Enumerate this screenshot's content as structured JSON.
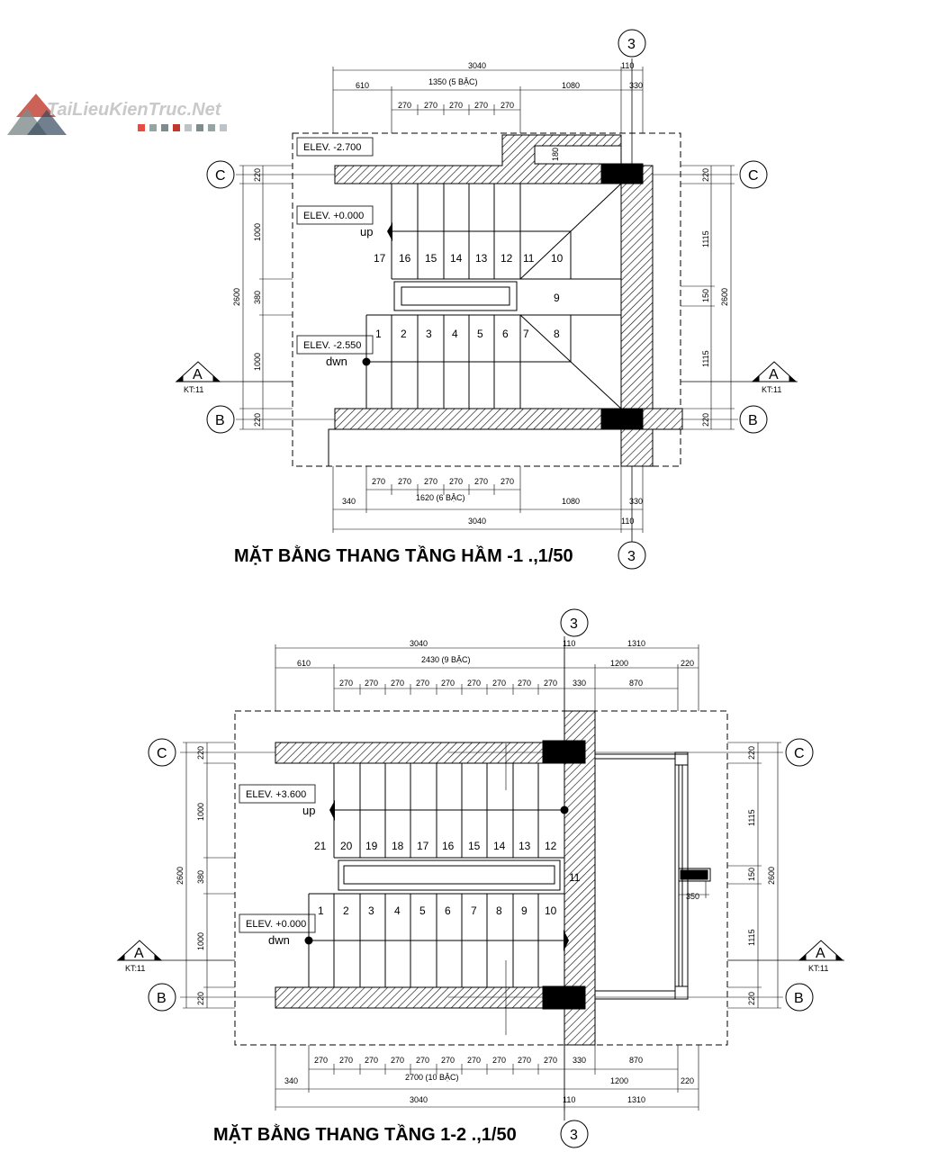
{
  "watermark": {
    "text": "TaiLieuKienTruc.Net"
  },
  "grid_labels": {
    "c": "C",
    "b": "B",
    "axis3": "3"
  },
  "section_marker": {
    "letter": "A",
    "ref": "KT:11"
  },
  "stair_labels": {
    "up": "up",
    "down": "dwn"
  },
  "plan_basement": {
    "title": "MẶT BẰNG THANG TẦNG HẦM -1  .,1/50",
    "elevations": [
      "ELEV. -2.700",
      "ELEV. +0.000",
      "ELEV. -2.550"
    ],
    "top_dims": {
      "total": "3040",
      "gap": "110",
      "left": "610",
      "run": "1350 (5 BẬC)",
      "right": "1080",
      "wall": "330",
      "tread": "270",
      "small": "180"
    },
    "bottom_dims": {
      "total": "3040",
      "gap": "110",
      "left": "340",
      "run": "1620 (6 BẬC)",
      "right": "1080",
      "wall": "330",
      "tread": "270"
    },
    "side_dims": {
      "total": "2600",
      "edge": "220",
      "flight": "1000",
      "landing": "380",
      "right_flight": "1115",
      "right_mid": "150"
    },
    "upper_steps": [
      "17",
      "16",
      "15",
      "14",
      "13",
      "12",
      "11",
      "10"
    ],
    "mid_step": "9",
    "lower_steps": [
      "1",
      "2",
      "3",
      "4",
      "5",
      "6",
      "7",
      "8"
    ]
  },
  "plan_floor": {
    "title": "MẶT BẰNG THANG TẦNG 1-2  .,1/50",
    "elevations": [
      "ELEV. +3.600",
      "ELEV. +0.000"
    ],
    "top_dims": {
      "total": "3040",
      "gap": "110",
      "right_total": "1310",
      "left": "610",
      "run": "2430 (9 BẬC)",
      "right": "1200",
      "edge": "220",
      "tread": "270",
      "wall": "330",
      "right_part": "870"
    },
    "bottom_dims": {
      "total": "3040",
      "gap": "110",
      "right_total": "1310",
      "left": "340",
      "run": "2700 (10 BẬC)",
      "right": "1200",
      "edge": "220",
      "tread": "270",
      "wall": "330",
      "right_part": "870"
    },
    "side_dims": {
      "total": "2600",
      "edge": "220",
      "flight": "1000",
      "landing": "380",
      "right_flight": "1115",
      "right_mid": "150",
      "opening": "350"
    },
    "upper_steps": [
      "21",
      "20",
      "19",
      "18",
      "17",
      "16",
      "15",
      "14",
      "13",
      "12"
    ],
    "mid_step": "11",
    "lower_steps": [
      "1",
      "2",
      "3",
      "4",
      "5",
      "6",
      "7",
      "8",
      "9",
      "10"
    ]
  }
}
